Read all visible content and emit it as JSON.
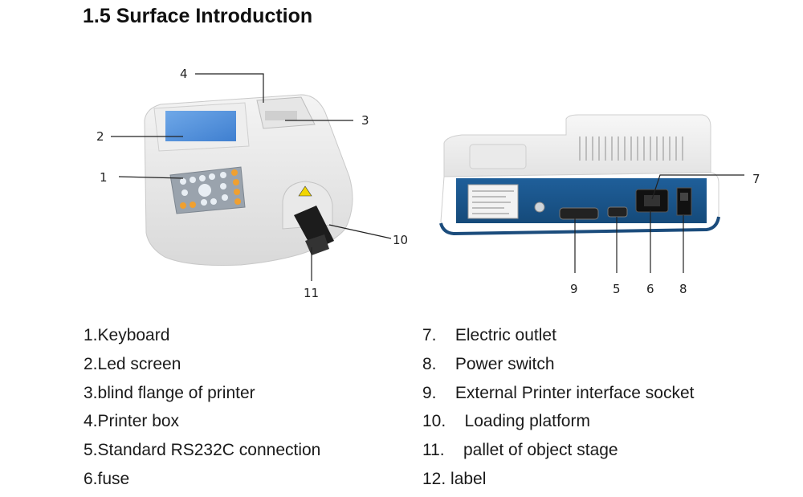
{
  "title": "1.5 Surface Introduction",
  "callouts": {
    "front": [
      "1",
      "2",
      "3",
      "4",
      "10",
      "11"
    ],
    "rear": [
      "7",
      "9",
      "5",
      "6",
      "8"
    ]
  },
  "legend": {
    "left": [
      "1.Keyboard",
      "2.Led screen",
      "3.blind flange of printer",
      "4.Printer box",
      "5.Standard RS232C connection",
      "6.fuse"
    ],
    "right": [
      "7.    Electric outlet",
      "8.    Power switch",
      "9.    External Printer interface socket",
      "10.    Loading platform",
      "11.    pallet of object stage",
      "12. label"
    ]
  }
}
